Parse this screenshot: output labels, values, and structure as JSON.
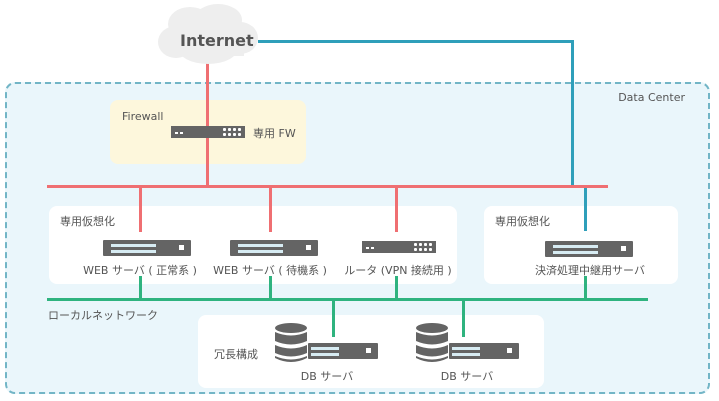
{
  "diagram": {
    "internet": {
      "label": "Internet"
    },
    "data_center": {
      "label": "Data Center"
    },
    "firewall": {
      "group_label": "Firewall",
      "device_label": "専用 FW"
    },
    "virtualization_left": {
      "group_label": "専用仮想化",
      "devices": [
        {
          "label": "WEB サーバ ( 正常系 )",
          "type": "server"
        },
        {
          "label": "WEB サーバ ( 待機系 )",
          "type": "server"
        },
        {
          "label": "ルータ (VPN 接続用 )",
          "type": "router"
        }
      ]
    },
    "virtualization_right": {
      "group_label": "専用仮想化",
      "devices": [
        {
          "label": "決済処理中継用サーバ",
          "type": "server"
        }
      ]
    },
    "local_network": {
      "label": "ローカルネットワーク"
    },
    "redundancy": {
      "group_label": "冗長構成",
      "devices": [
        {
          "label": "DB サーバ",
          "type": "db-server"
        },
        {
          "label": "DB サーバ",
          "type": "db-server"
        }
      ]
    },
    "colors": {
      "external_line": "#2f9fba",
      "dmz_line": "#ef6f72",
      "local_line": "#2fb37f",
      "device": "#646464",
      "data_center_bg": "#eaf6fb",
      "firewall_bg": "#fdf7dc"
    }
  }
}
